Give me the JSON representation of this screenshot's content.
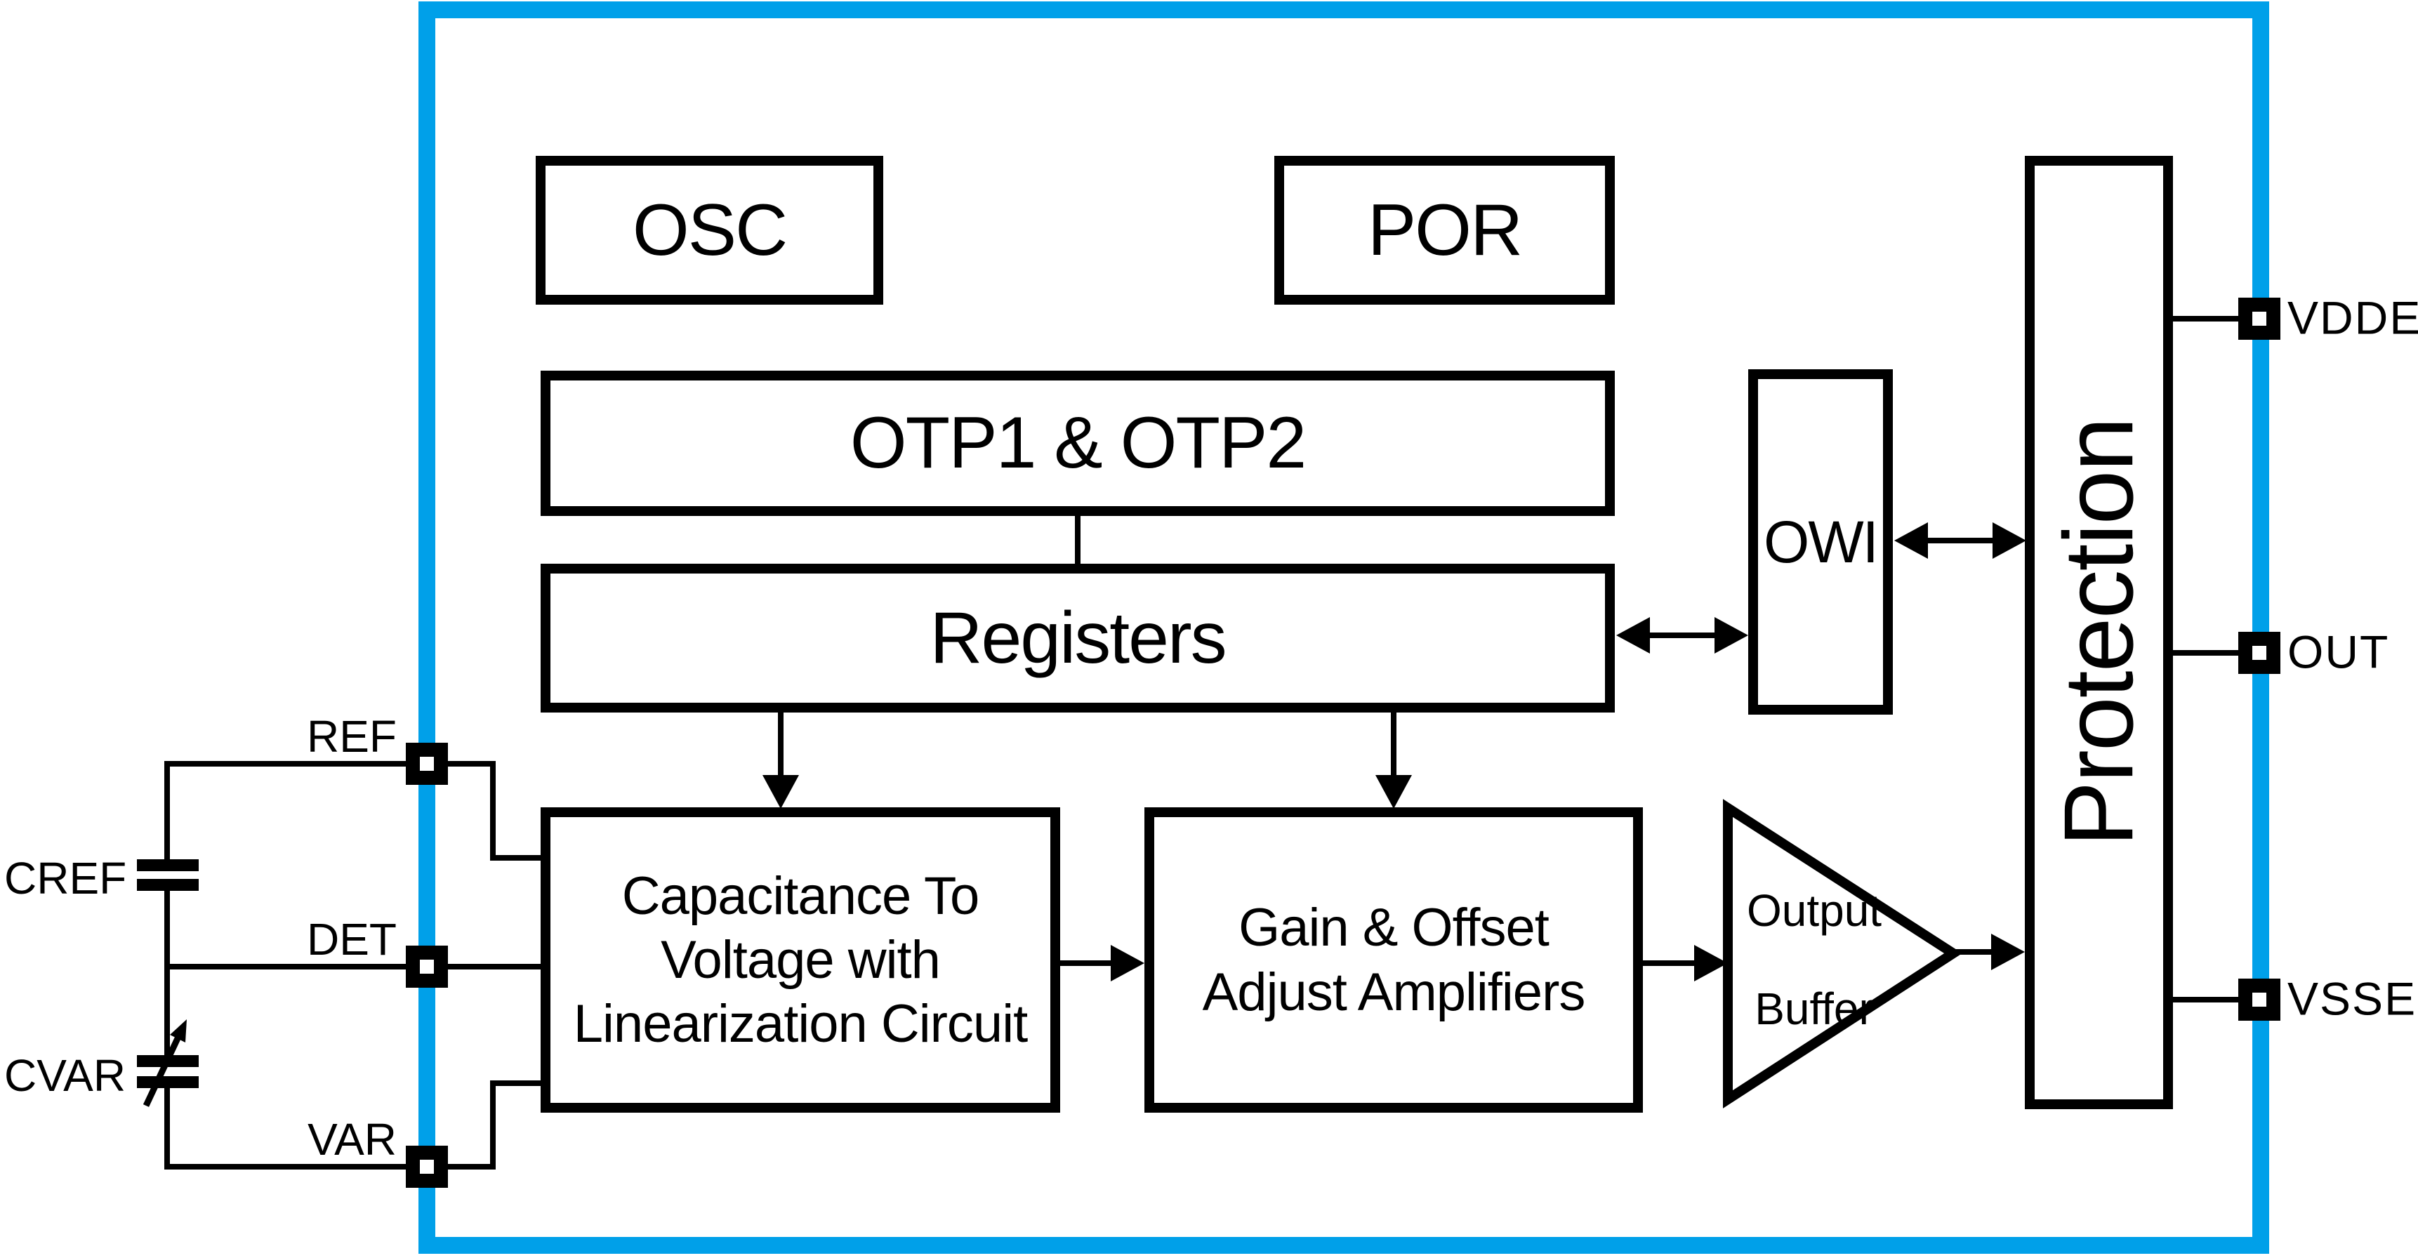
{
  "diagram": {
    "type": "ic-block-diagram",
    "colors": {
      "chip_border": "#00A0E9",
      "line": "#000000",
      "background": "#FFFFFF"
    },
    "blocks": {
      "osc": "OSC",
      "por": "POR",
      "otp": "OTP1 & OTP2",
      "registers": "Registers",
      "owi": "OWI",
      "protection": "Protection",
      "cap_to_voltage": {
        "line1": "Capacitance To",
        "line2": "Voltage with",
        "line3": "Linearization Circuit"
      },
      "gain_offset": {
        "line1": "Gain & Offset",
        "line2": "Adjust Amplifiers"
      },
      "output_buffer": {
        "line1": "Output",
        "line2": "Buffer"
      }
    },
    "pins": {
      "left": [
        {
          "label": "REF"
        },
        {
          "label": "DET"
        },
        {
          "label": "VAR"
        }
      ],
      "right": [
        {
          "label": "VDDE"
        },
        {
          "label": "OUT"
        },
        {
          "label": "VSSE"
        }
      ]
    },
    "external_components": {
      "cref": "CREF",
      "cvar": "CVAR"
    }
  }
}
